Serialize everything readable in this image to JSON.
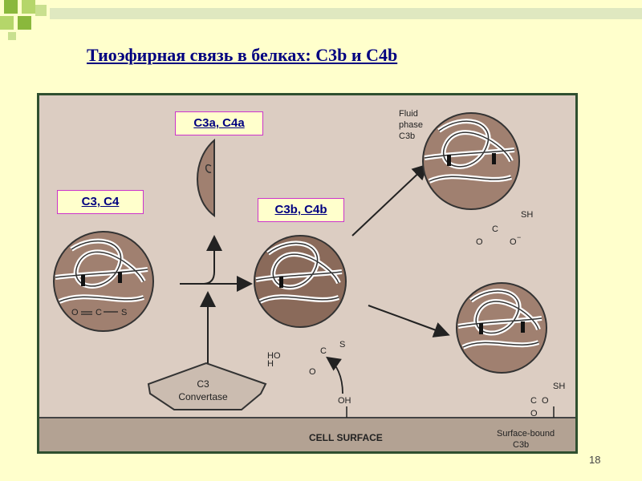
{
  "title": "Тиоэфирная связь  в белках: C3b и C4b",
  "page_number": "18",
  "labels": {
    "c3_c4": "C3, C4",
    "c3a_c4a": "C3a, C4a",
    "c3b_c4b": "C3b, C4b"
  },
  "figure": {
    "fluid_phase": [
      "Fluid",
      "phase",
      "C3b"
    ],
    "surface_bound": [
      "Surface-bound",
      "C3b"
    ],
    "convertase": [
      "C3",
      "Convertase"
    ],
    "cell_surface": "CELL SURFACE",
    "thioester": {
      "o": "O",
      "c": "C",
      "s": "S"
    },
    "sh": "SH",
    "oh": "OH",
    "ho": "HO",
    "h": "H",
    "o_minus": "O",
    "minus": "−"
  },
  "colors": {
    "slide_bg": "#ffffcc",
    "title": "#000080",
    "figure_bg": "#dccdc2",
    "figure_border": "#2f4f2f",
    "label_border": "#cc33cc",
    "protein_fill": "#a08070",
    "deco_green": "#8ab83c"
  }
}
